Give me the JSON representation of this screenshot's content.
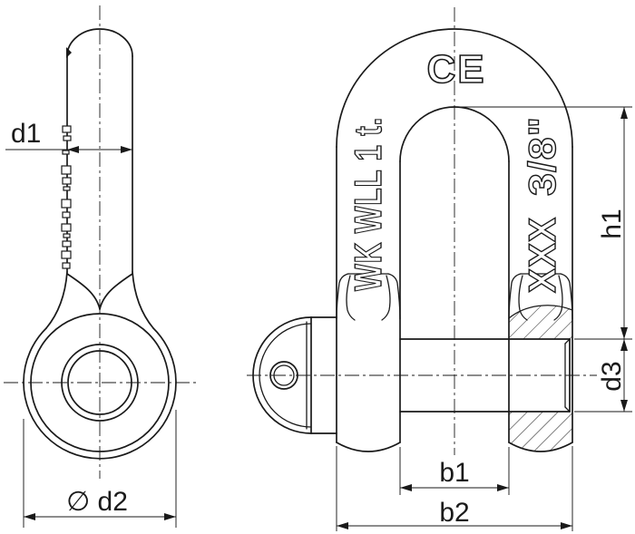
{
  "drawing": {
    "title": "shackle-technical-drawing",
    "background": "#ffffff",
    "line_color": "#1a1a1a",
    "views": {
      "side_view": {
        "dim_d1": "d1",
        "dim_d2": "∅ d2"
      },
      "front_view": {
        "dim_h1": "h1",
        "dim_d3": "d3",
        "dim_b1": "b1",
        "dim_b2": "b2",
        "ce_mark": "CE",
        "marking_wll": "WK WLL 1 t.",
        "marking_mfr": "XXX",
        "marking_size": "3/8\""
      }
    }
  }
}
